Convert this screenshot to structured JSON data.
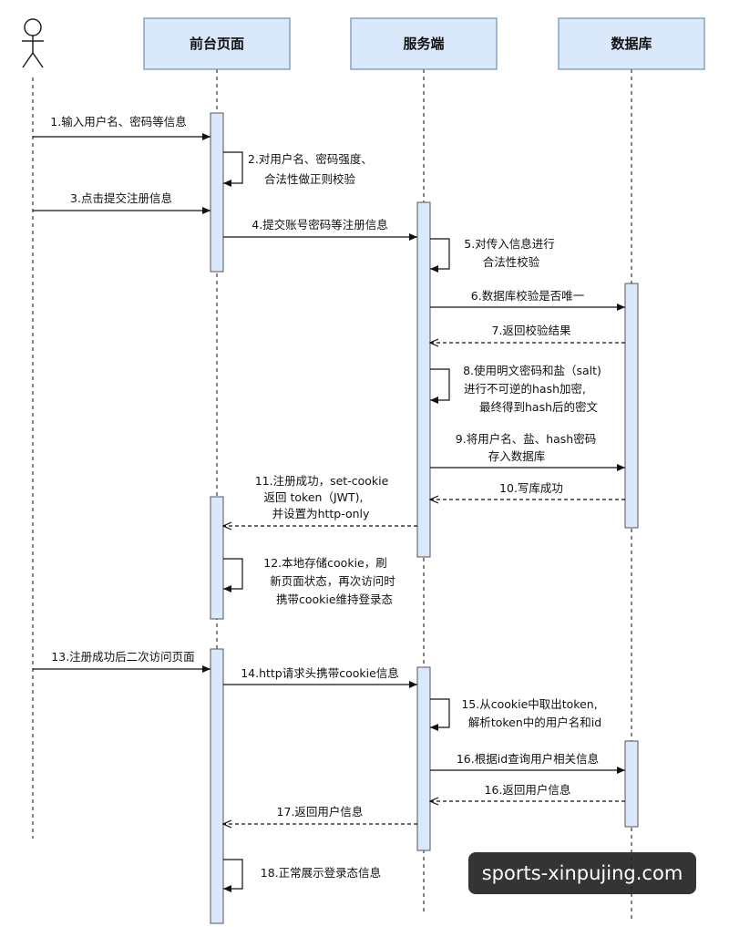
{
  "participants": {
    "actor": "",
    "frontend": "前台页面",
    "server": "服务端",
    "database": "数据库"
  },
  "messages": [
    {
      "id": "m1",
      "lines": [
        "1.输入用户名、密码等信息"
      ]
    },
    {
      "id": "m2",
      "lines": [
        "2.对用户名、密码强度、",
        "合法性做正则校验"
      ]
    },
    {
      "id": "m3",
      "lines": [
        "3.点击提交注册信息"
      ]
    },
    {
      "id": "m4",
      "lines": [
        "4.提交账号密码等注册信息"
      ]
    },
    {
      "id": "m5",
      "lines": [
        "5.对传入信息进行",
        "合法性校验"
      ]
    },
    {
      "id": "m6",
      "lines": [
        "6.数据库校验是否唯一"
      ]
    },
    {
      "id": "m7",
      "lines": [
        "7.返回校验结果"
      ]
    },
    {
      "id": "m8",
      "lines": [
        "8.使用明文密码和盐（salt)",
        "进行不可逆的hash加密,",
        "最终得到hash后的密文"
      ]
    },
    {
      "id": "m9",
      "lines": [
        "9.将用户名、盐、hash密码",
        "存入数据库"
      ]
    },
    {
      "id": "m10",
      "lines": [
        "10.写库成功"
      ]
    },
    {
      "id": "m11",
      "lines": [
        "11.注册成功，set-cookie",
        "返回 token（JWT),",
        "并设置为http-only"
      ]
    },
    {
      "id": "m12",
      "lines": [
        "12.本地存储cookie，刷",
        "新页面状态，再次访问时",
        "携带cookie维持登录态"
      ]
    },
    {
      "id": "m13",
      "lines": [
        "13.注册成功后二次访问页面"
      ]
    },
    {
      "id": "m14",
      "lines": [
        "14.http请求头携带cookie信息"
      ]
    },
    {
      "id": "m15",
      "lines": [
        "15.从cookie中取出token,",
        "解析token中的用户名和id"
      ]
    },
    {
      "id": "m16a",
      "lines": [
        "16.根据id查询用户相关信息"
      ]
    },
    {
      "id": "m16b",
      "lines": [
        "16.返回用户信息"
      ]
    },
    {
      "id": "m17",
      "lines": [
        "17.返回用户信息"
      ]
    },
    {
      "id": "m18",
      "lines": [
        "18.正常展示登录态信息"
      ]
    }
  ],
  "watermark": "sports-xinpujing.com"
}
